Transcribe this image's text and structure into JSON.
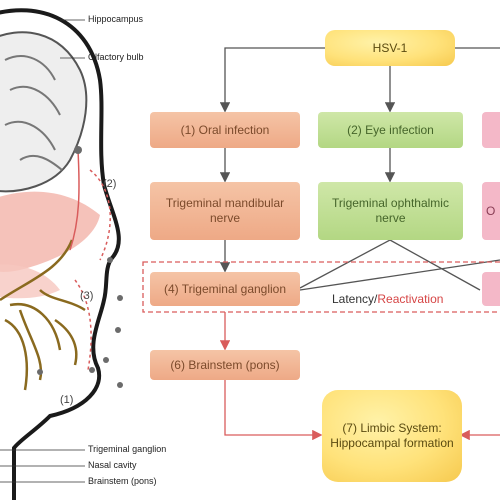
{
  "anatomy_labels": {
    "hippocampus": "Hippocampus",
    "olfactory_bulb": "Olfactory bulb",
    "trigeminal_ganglion": "Trigeminal ganglion",
    "nasal_cavity": "Nasal cavity",
    "brainstem": "Brainstem (pons)"
  },
  "route_markers": {
    "m1": "(1)",
    "m2": "(2)",
    "m3": "(3)"
  },
  "flow": {
    "source": "HSV-1",
    "route1": "(1) Oral infection",
    "route2": "(2) Eye infection",
    "nerve1": "Trigeminal mandibular nerve",
    "nerve2": "Trigeminal ophthalmic nerve",
    "nerve3_partial": "O",
    "ganglion": "(4) Trigeminal ganglion",
    "latency_prefix": "Latency/",
    "latency_highlight": "Reactivation",
    "brainstem": "(6) Brainstem (pons)",
    "limbic": "(7) Limbic System: Hippocampal formation"
  },
  "colors": {
    "route_box": "#f5c4a6",
    "eye_box": "#cfe7a8",
    "partial_box": "#f4b8c8",
    "limbic_box": "#ffe27a",
    "arrow_red": "#d95c5c",
    "arrow_gray": "#666666"
  }
}
